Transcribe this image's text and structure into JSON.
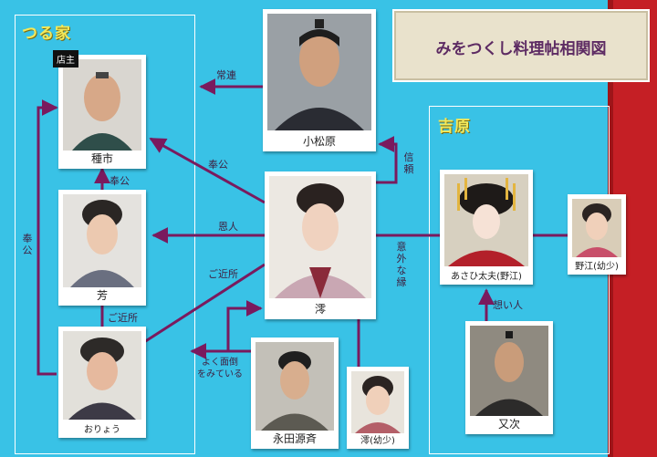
{
  "title": "みをつくし料理帖相関図",
  "groups": {
    "tsuruya": "つる家",
    "yoshiwara": "吉原"
  },
  "badge": "店主",
  "characters": {
    "taneichi": "種市",
    "yoshi": "芳",
    "oryou": "おりょう",
    "komatsubara": "小松原",
    "mio": "澪",
    "nagata": "永田源斉",
    "mio_child": "澪(幼少)",
    "asahi": "あさひ太夫(野江)",
    "noe_child": "野江(幼少)",
    "mataji": "又次"
  },
  "relations": {
    "joren": "常連",
    "houkou_mio": "奉公",
    "onjin": "恩人",
    "gokinjo_mio": "ご近所",
    "houkou_yoshi": "奉公",
    "gokinjo_yoshi": "ご近所",
    "houkou_oryou": "奉公",
    "shinrai": "信頼",
    "igainaen": "意外な縁",
    "omoibito": "想い人",
    "mendou_1": "よく面倒",
    "mendou_2": "をみている"
  },
  "colors": {
    "background": "#39c2e6",
    "line": "#7a1a5e",
    "accent_red": "#c51f25",
    "group_label": "#f3e85a"
  }
}
